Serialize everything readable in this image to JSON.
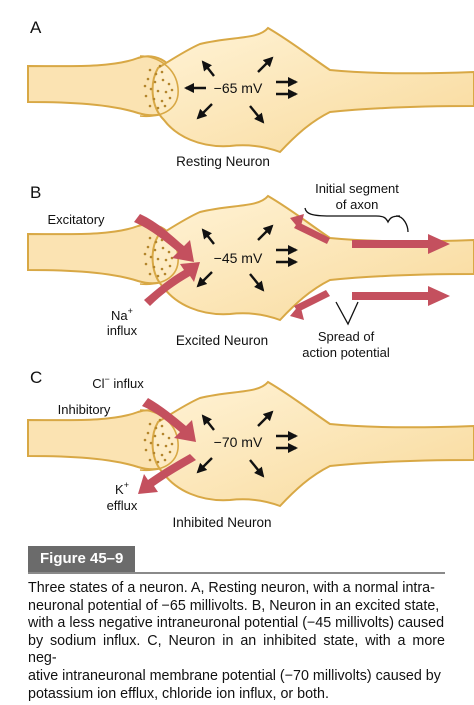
{
  "panels": {
    "a": {
      "letter": "A",
      "potential": "−65 mV",
      "title": "Resting Neuron"
    },
    "b": {
      "letter": "B",
      "potential": "−45 mV",
      "title": "Excited Neuron",
      "excitatory_label": "Excitatory",
      "na_label": "Na",
      "na_sup": "+",
      "influx_label": "influx",
      "axon_label_line1": "Initial segment",
      "axon_label_line2": "of axon",
      "spread_label_line1": "Spread of",
      "spread_label_line2": "action potential"
    },
    "c": {
      "letter": "C",
      "potential": "−70 mV",
      "title": "Inhibited Neuron",
      "inhibitory_label": "Inhibitory",
      "cl_label": "Cl",
      "cl_sup": "−",
      "cl_influx": " influx",
      "k_label": "K",
      "k_sup": "+",
      "efflux_label": "efflux"
    }
  },
  "figure_label": "Figure 45–9",
  "caption_lines": [
    "Three states of a neuron. A, Resting neuron, with a normal intra-",
    "neuronal potential of −65 millivolts. B, Neuron in an excited state,",
    "with a less negative intraneuronal potential (−45 millivolts) caused",
    "by sodium influx. C, Neuron in an inhibited state, with a more neg-",
    "ative intraneuronal membrane potential (−70 millivolts) caused by",
    "potassium ion efflux, chloride ion influx, or both."
  ],
  "colors": {
    "cell_fill": "#fbe3b2",
    "cell_stroke": "#d8a845",
    "vesicle": "#b3852c",
    "ion_arrow": "#c4505e"
  }
}
